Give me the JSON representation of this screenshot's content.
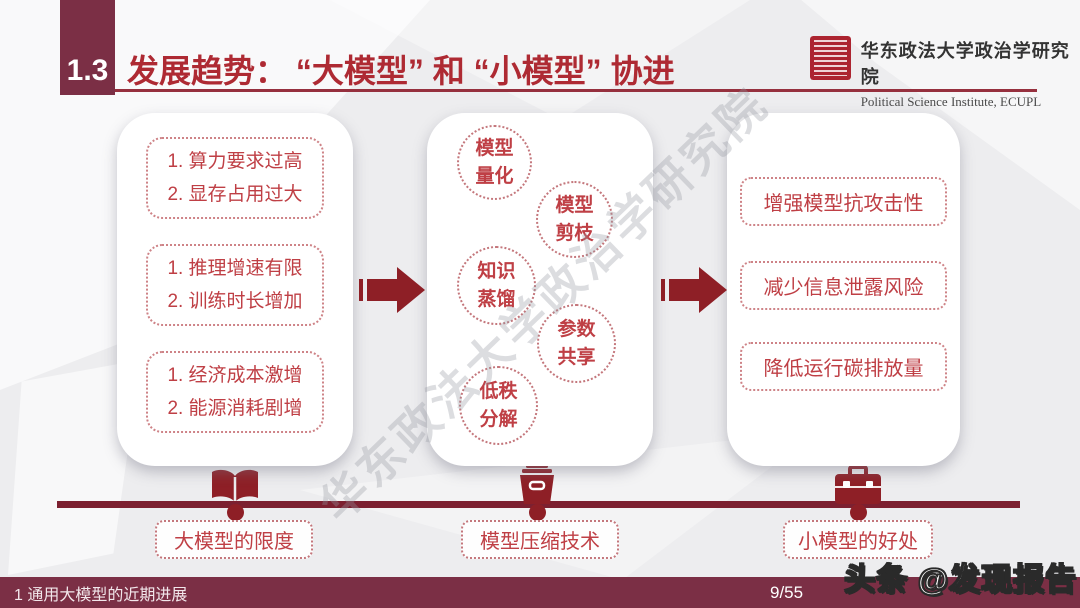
{
  "header": {
    "section_number": "1.3",
    "title": "发展趋势： “大模型” 和 “小模型” 协进",
    "institute_name_cn": "华东政法大学政治学研究院",
    "institute_name_en": "Political Science Institute, ECUPL"
  },
  "columns": {
    "limits": {
      "box1": {
        "line1": "1. 算力要求过高",
        "line2": "2. 显存占用过大"
      },
      "box2": {
        "line1": "1. 推理增速有限",
        "line2": "2. 训练时长增加"
      },
      "box3": {
        "line1": "1. 经济成本激增",
        "line2": "2. 能源消耗剧增"
      },
      "footer_label": "大模型的限度"
    },
    "compression": {
      "circle1": {
        "line1": "模型",
        "line2": "量化"
      },
      "circle2": {
        "line1": "模型",
        "line2": "剪枝"
      },
      "circle3": {
        "line1": "知识",
        "line2": "蒸馏"
      },
      "circle4": {
        "line1": "参数",
        "line2": "共享"
      },
      "circle5": {
        "line1": "低秩",
        "line2": "分解"
      },
      "footer_label": "模型压缩技术"
    },
    "benefits": {
      "box1": "增强模型抗攻击性",
      "box2": "减少信息泄露风险",
      "box3": "降低运行碳排放量",
      "footer_label": "小模型的好处"
    }
  },
  "watermark": {
    "diagonal_text": "华东政法大学政治学研究院",
    "bottom_right_text": "头条 @发现报告"
  },
  "footer": {
    "section_label": "1 通用大模型的近期进展",
    "page_indicator": "9/55"
  },
  "colors": {
    "maroon": "#7B2F45",
    "dark_red": "#8E1F26",
    "title_red": "#AE2A33",
    "text_red": "#BF3F45",
    "background": "#EDEDEF"
  }
}
